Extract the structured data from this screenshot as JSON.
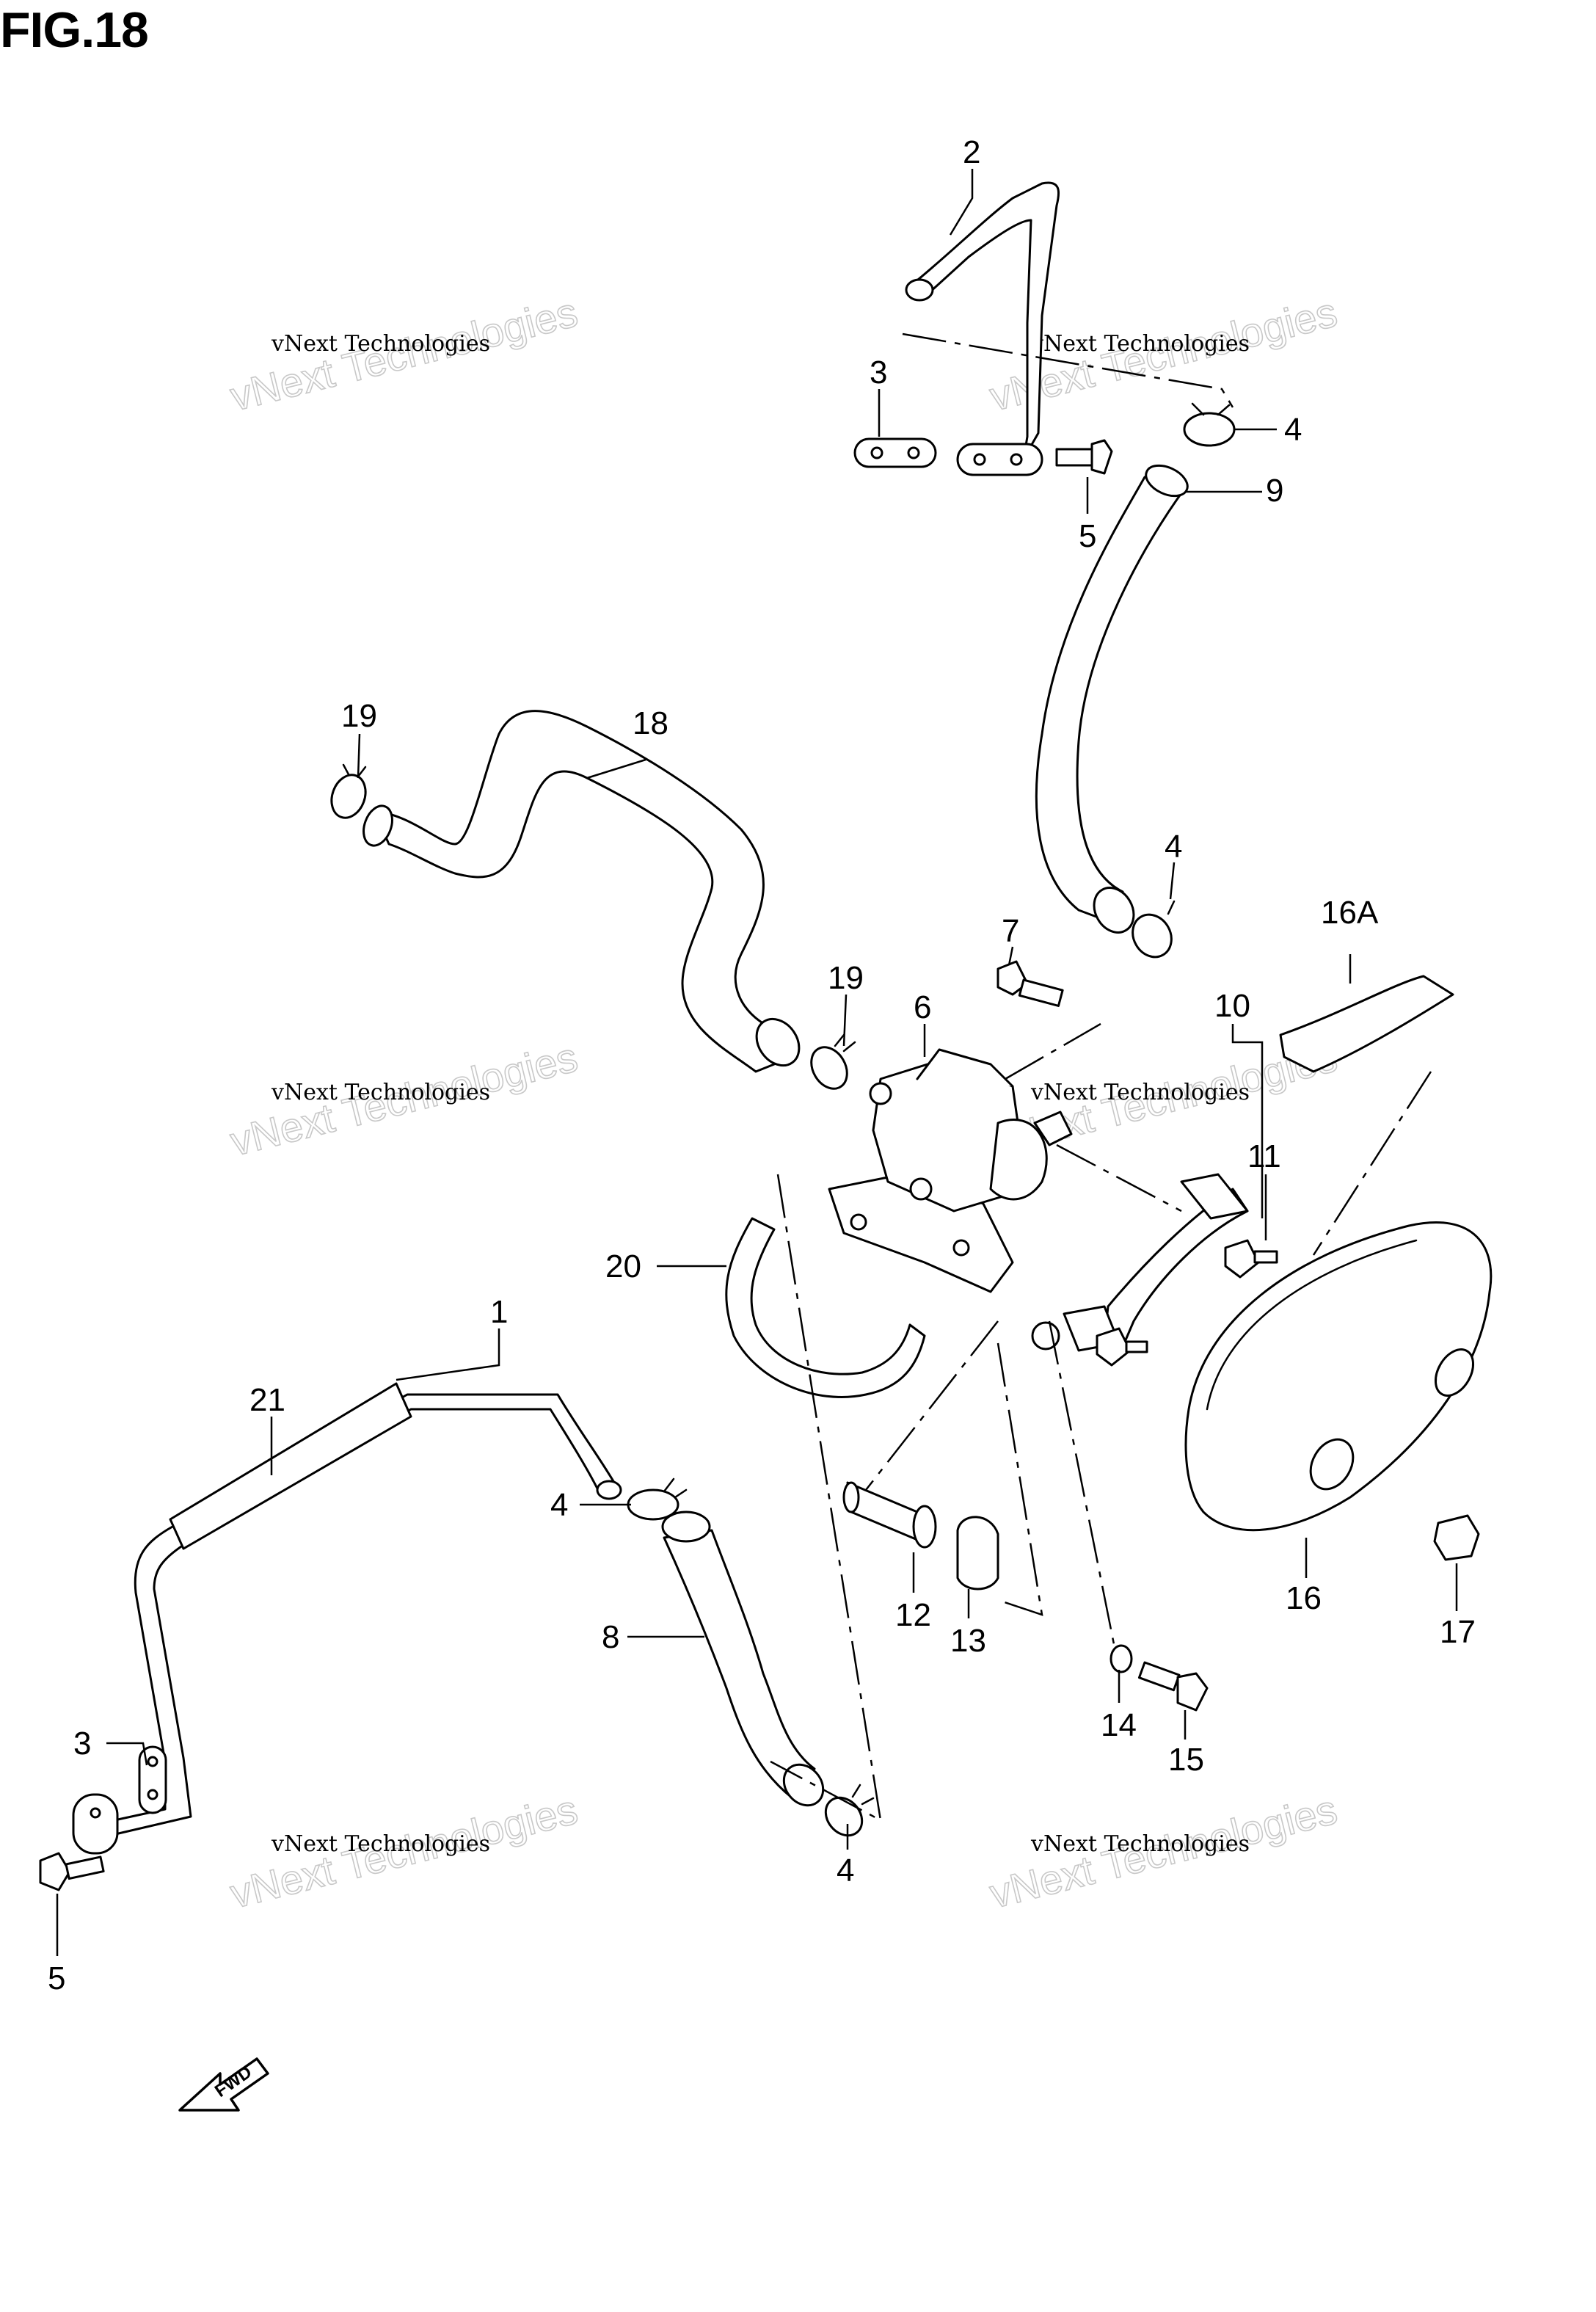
{
  "figure": {
    "title": "FIG.18"
  },
  "watermark": {
    "line1": "vNext Technologies",
    "line2": "vNext Technologies"
  },
  "fwd_label": "FWD",
  "callouts": [
    {
      "id": "c2",
      "text": "2"
    },
    {
      "id": "c3a",
      "text": "3"
    },
    {
      "id": "c4a",
      "text": "4"
    },
    {
      "id": "c5a",
      "text": "5"
    },
    {
      "id": "c9",
      "text": "9"
    },
    {
      "id": "c19a",
      "text": "19"
    },
    {
      "id": "c18",
      "text": "18"
    },
    {
      "id": "c4b",
      "text": "4"
    },
    {
      "id": "c7",
      "text": "7"
    },
    {
      "id": "c16A",
      "text": "16A"
    },
    {
      "id": "c19b",
      "text": "19"
    },
    {
      "id": "c6",
      "text": "6"
    },
    {
      "id": "c10",
      "text": "10"
    },
    {
      "id": "c11",
      "text": "11"
    },
    {
      "id": "c20",
      "text": "20"
    },
    {
      "id": "c1",
      "text": "1"
    },
    {
      "id": "c21",
      "text": "21"
    },
    {
      "id": "c4c",
      "text": "4"
    },
    {
      "id": "c8",
      "text": "8"
    },
    {
      "id": "c12",
      "text": "12"
    },
    {
      "id": "c13",
      "text": "13"
    },
    {
      "id": "c16",
      "text": "16"
    },
    {
      "id": "c17",
      "text": "17"
    },
    {
      "id": "c14",
      "text": "14"
    },
    {
      "id": "c15",
      "text": "15"
    },
    {
      "id": "c3b",
      "text": "3"
    },
    {
      "id": "c4d",
      "text": "4"
    },
    {
      "id": "c5b",
      "text": "5"
    }
  ]
}
